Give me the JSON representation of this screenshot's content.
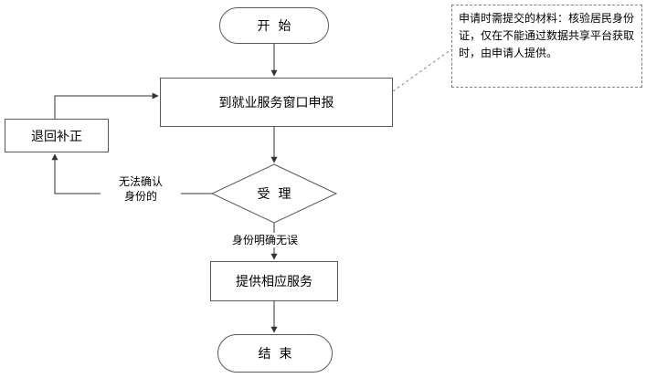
{
  "flowchart": {
    "nodes": {
      "start": {
        "label": "开始"
      },
      "report": {
        "label": "到就业服务窗口申报"
      },
      "return_fix": {
        "label": "退回补正"
      },
      "accept": {
        "label": "受理"
      },
      "service": {
        "label": "提供相应服务"
      },
      "end": {
        "label": "结束"
      }
    },
    "edge_labels": {
      "cannot_confirm": "无法确认\n身份的",
      "confirmed": "身份明确无误"
    },
    "note": {
      "text": "申请时需提交的材料：核验居民身份证，仅在不能通过数据共享平台获取时，由申请人提供。"
    }
  }
}
